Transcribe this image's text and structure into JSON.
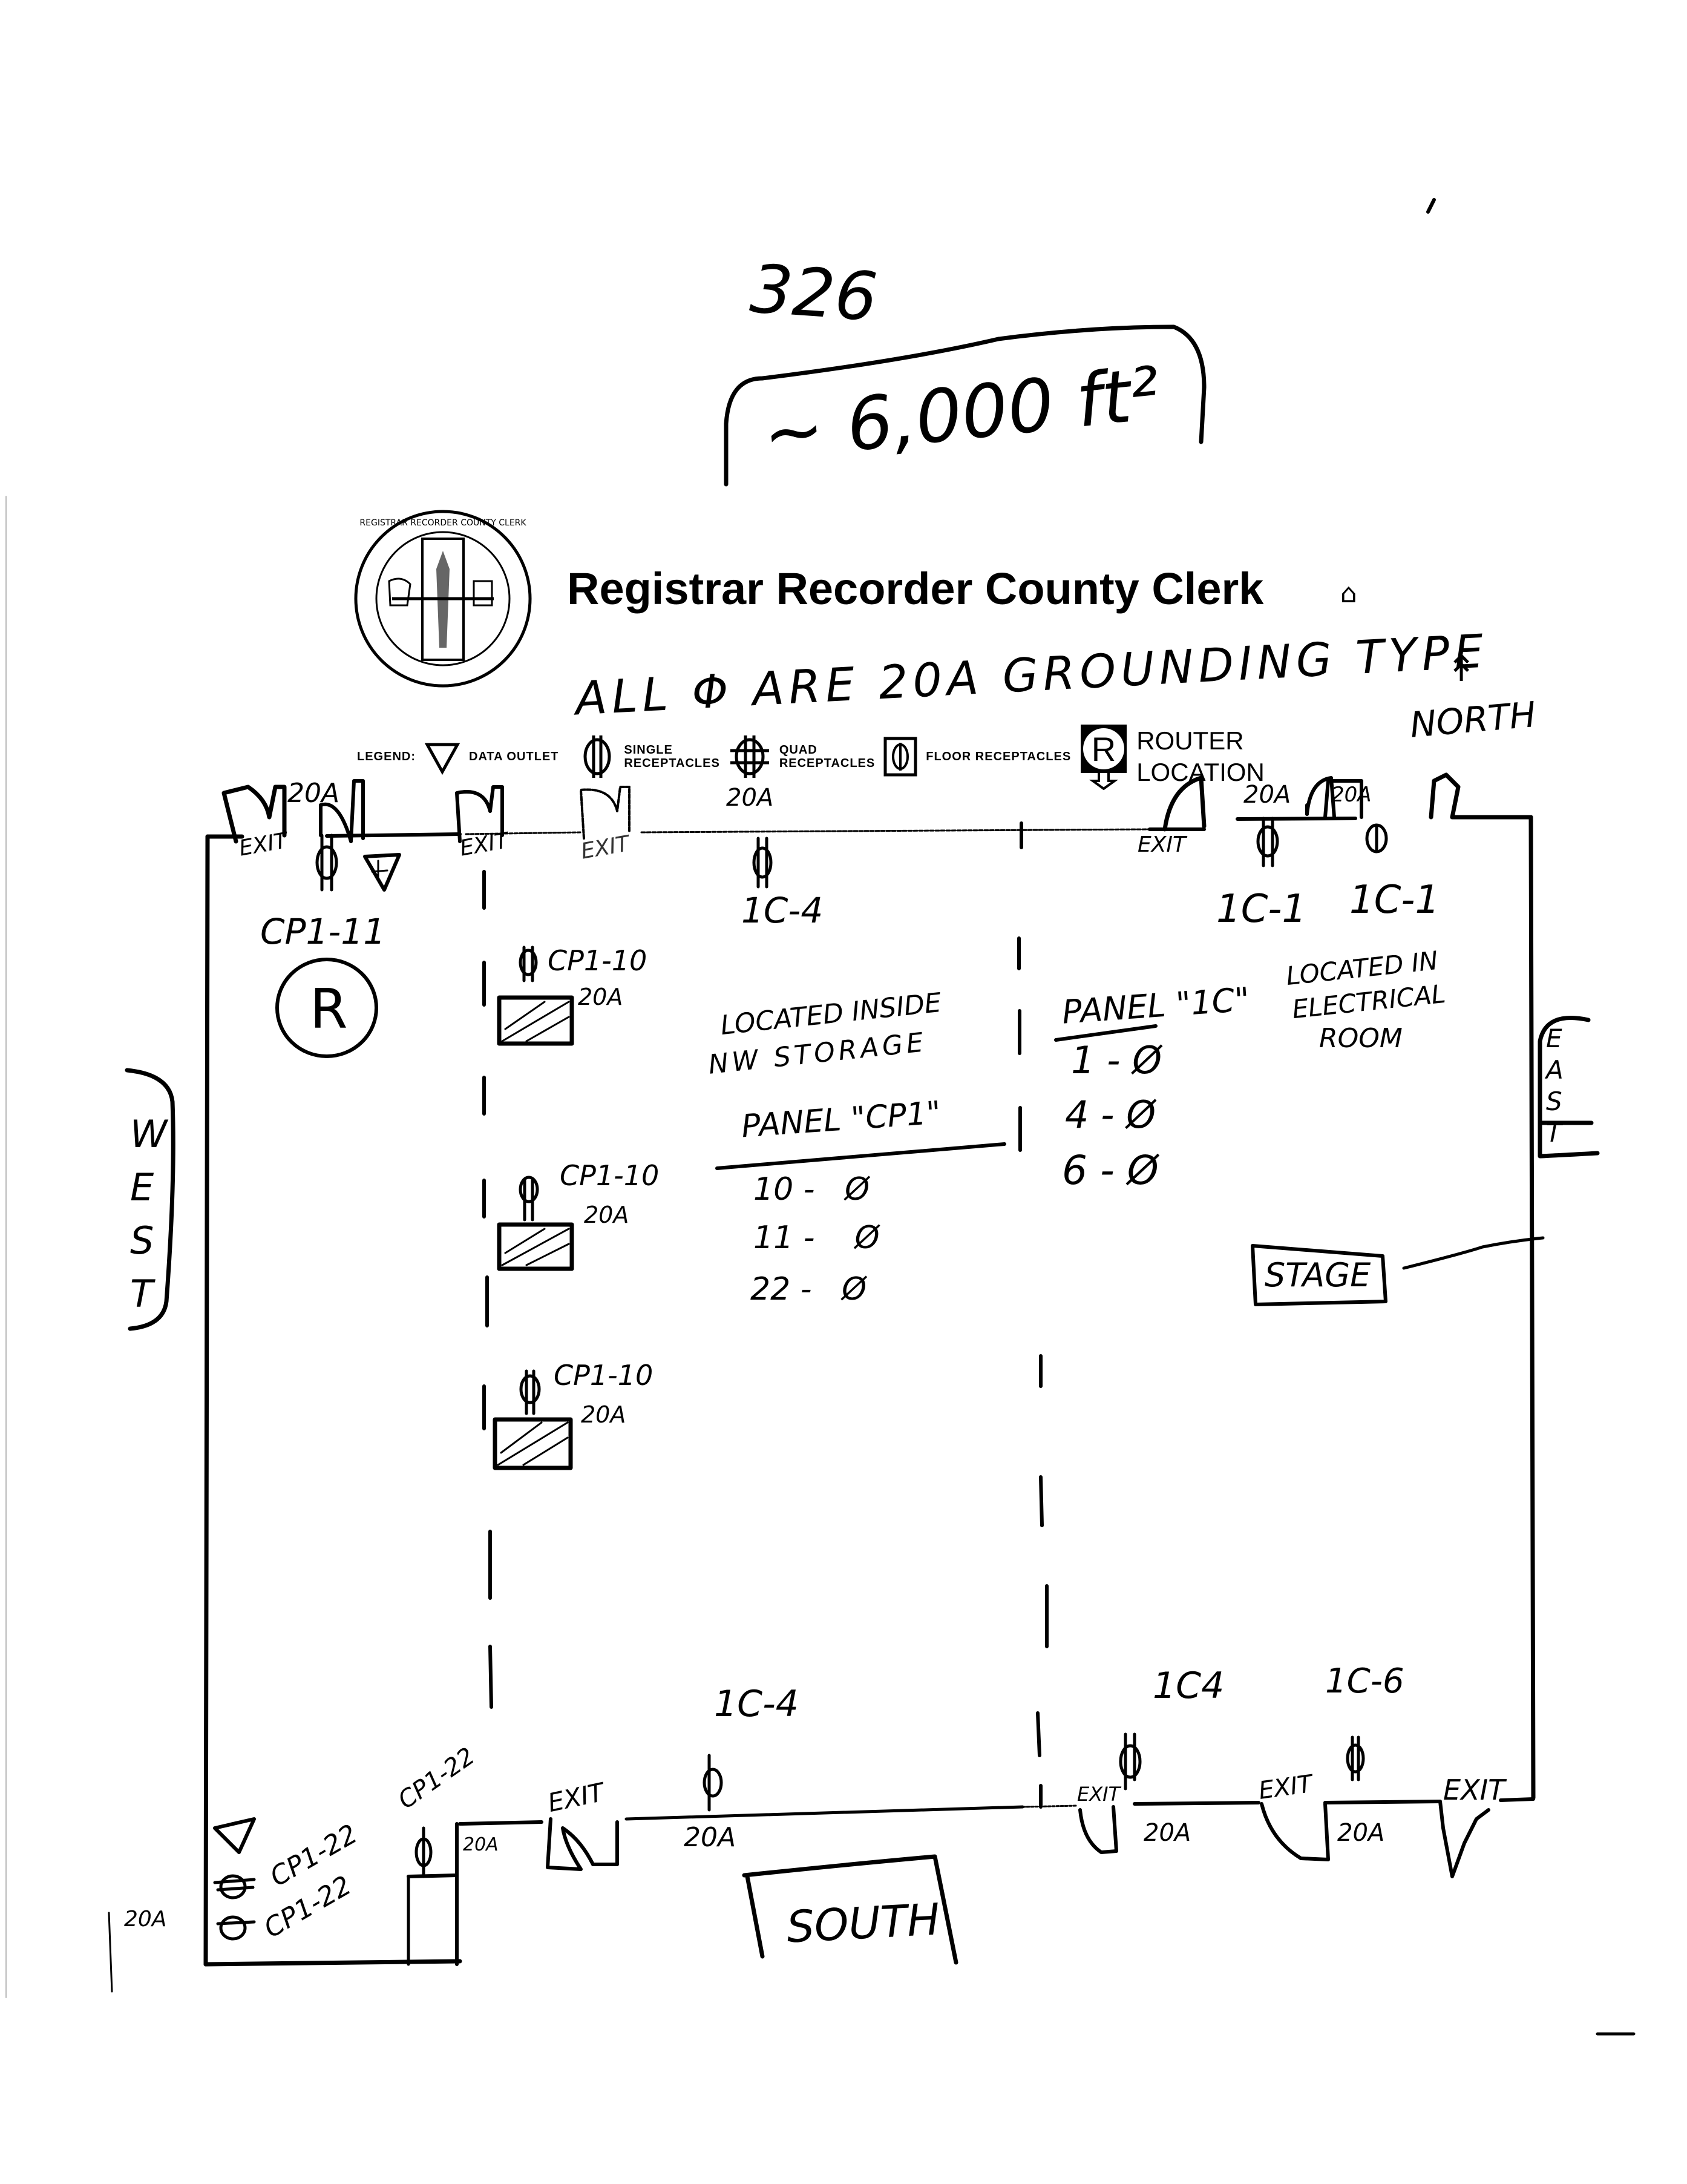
{
  "header": {
    "page_number": "326",
    "area_note": "~ 6,000 ft²",
    "org_title": "Registrar Recorder County Clerk",
    "seal_label": "Registrar-Recorder/County Clerk seal - County of Los Angeles, California",
    "grounding_note": "ALL Φ ARE 20A GROUNDING TYPE",
    "north_label": "NORTH"
  },
  "legend": {
    "label": "LEGEND:",
    "items": [
      {
        "icon": "data-outlet-icon",
        "text": "DATA OUTLET"
      },
      {
        "icon": "single-receptacle-icon",
        "text_line1": "SINGLE",
        "text_line2": "RECEPTACLES"
      },
      {
        "icon": "quad-receptacle-icon",
        "text_line1": "QUAD",
        "text_line2": "RECEPTACLES"
      },
      {
        "icon": "floor-receptacle-icon",
        "text": "FLOOR RECEPTACLES"
      },
      {
        "icon": "router-icon",
        "text_line1": "ROUTER",
        "text_line2": "LOCATION",
        "symbol": "R"
      }
    ]
  },
  "compass": {
    "west": [
      "W",
      "E",
      "S",
      "T"
    ],
    "east": [
      "E",
      "A",
      "S",
      "T"
    ],
    "south": "SOUTH"
  },
  "north_wall": {
    "exits": [
      "EXIT",
      "EXIT",
      "EXIT",
      "EXIT"
    ],
    "amp_labels": [
      "20A",
      "20A",
      "20A",
      "20A"
    ],
    "circuits": [
      "1C-4",
      "1C-1",
      "1C-1"
    ]
  },
  "west_area": {
    "circuit": "CP1-11",
    "router_symbol": "R",
    "floor_receptacles": [
      {
        "circuit": "CP1-10",
        "amps": "20A"
      },
      {
        "circuit": "CP1-10",
        "amps": "20A"
      },
      {
        "circuit": "CP1-10",
        "amps": "20A"
      }
    ]
  },
  "panel_cp1": {
    "note_line1": "LOCATED INSIDE",
    "note_line2": "NW STORAGE",
    "title": "PANEL \"CP1\"",
    "rows": [
      {
        "circuit": "10",
        "dash": "-",
        "phase": "Ø"
      },
      {
        "circuit": "11",
        "dash": "-",
        "phase": "Ø"
      },
      {
        "circuit": "22",
        "dash": "-",
        "phase": "Ø"
      }
    ]
  },
  "panel_1c": {
    "title": "PANEL \"1C\"",
    "note_line1": "LOCATED IN",
    "note_line2": "ELECTRICAL",
    "note_line3": "ROOM",
    "rows": [
      {
        "circuit": "1",
        "dash": "-",
        "phase": "Ø"
      },
      {
        "circuit": "4",
        "dash": "-",
        "phase": "Ø"
      },
      {
        "circuit": "6",
        "dash": "-",
        "phase": "Ø"
      }
    ]
  },
  "stage": {
    "label": "STAGE"
  },
  "south_wall": {
    "circuits": [
      "1C-4",
      "1C4",
      "1C-6"
    ],
    "amp_labels": [
      "20A",
      "20A",
      "20A",
      "20A"
    ],
    "exits": [
      "EXIT",
      "EXIT",
      "EXIT",
      "EXIT"
    ],
    "sw_corner": {
      "circuit_top": "CP1-22",
      "circuit_mid": "CP1-22",
      "circuit_bottom": "CP1-22",
      "amps_outside": "20A",
      "amps_inside": "20A"
    }
  }
}
